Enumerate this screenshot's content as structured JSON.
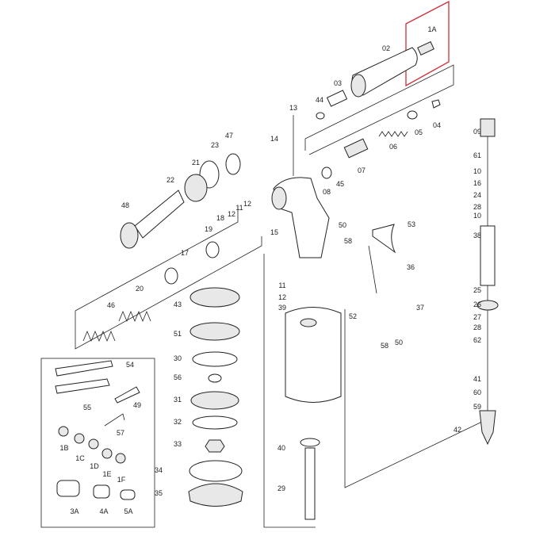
{
  "diagram": {
    "title": "Exploded parts diagram of pneumatic rivet gun",
    "highlight_color": "#d0303a",
    "highlighted_part": "1A",
    "parts": [
      "1A",
      "02",
      "03",
      "44",
      "04",
      "05",
      "06",
      "07",
      "45",
      "08",
      "13",
      "14",
      "47",
      "23",
      "21",
      "22",
      "48",
      "12",
      "11",
      "12",
      "18",
      "19",
      "17",
      "15",
      "50",
      "58",
      "53",
      "36",
      "20",
      "46",
      "43",
      "51",
      "30",
      "56",
      "31",
      "32",
      "33",
      "34",
      "35",
      "11",
      "12",
      "39",
      "52",
      "37",
      "58",
      "50",
      "40",
      "29",
      "09",
      "61",
      "10",
      "16",
      "24",
      "28",
      "10",
      "38",
      "25",
      "26",
      "27",
      "28",
      "62",
      "41",
      "60",
      "59",
      "42",
      "54",
      "55",
      "49",
      "57",
      "1B",
      "1C",
      "1D",
      "1E",
      "1F",
      "3A",
      "4A",
      "5A"
    ]
  }
}
